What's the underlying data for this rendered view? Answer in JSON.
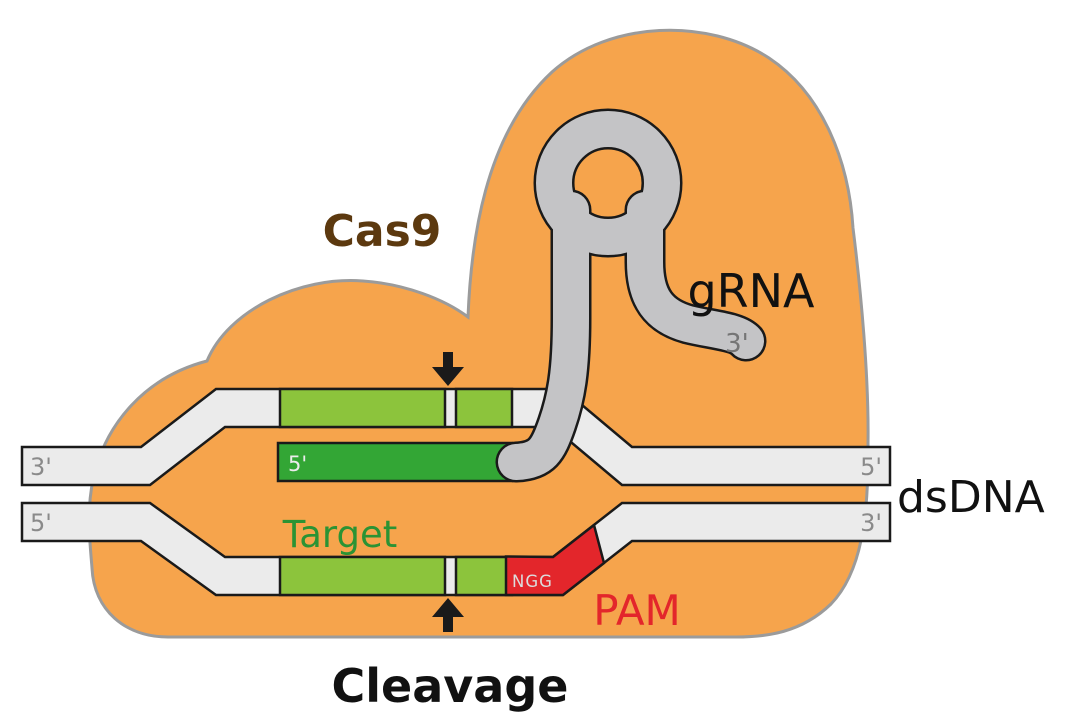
{
  "title": "CRISPR-Cas9 cleavage diagram",
  "labels": {
    "cas9": "Cas9",
    "grna": "gRNA",
    "grna_3_end": "3'",
    "dsdna": "dsDNA",
    "target": "Target",
    "target_5_end": "5'",
    "pam": "PAM",
    "pam_motif": "NGG",
    "cleavage": "Cleavage",
    "strands": {
      "top_left": "3'",
      "bottom_left": "5'",
      "top_right": "5'",
      "bottom_right": "3'"
    }
  },
  "colors": {
    "cas9_body": "#F6A44C",
    "cas9_outline": "#9B9B9B",
    "cas9_text": "#5C390F",
    "grna_ribbon": "#C4C4C6",
    "dna_strand": "#EBEBEB",
    "light_green": "#8CC43C",
    "dark_green": "#33A635",
    "target_text": "#2B9334",
    "pam_red": "#E3262B",
    "ngg_text": "#DCDCDC",
    "end_label_gray": "#8A8A8A",
    "ink": "#1A1A1A"
  }
}
